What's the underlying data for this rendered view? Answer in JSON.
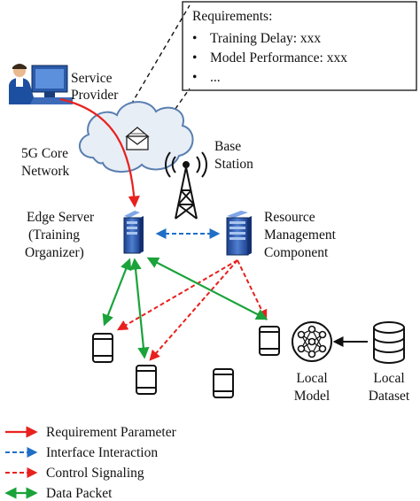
{
  "requirements_box": {
    "heading": "Requirements:",
    "items": [
      "Training Delay: xxx",
      "Model Performance: xxx",
      "..."
    ]
  },
  "labels": {
    "service_provider": [
      "Service",
      "Provider"
    ],
    "core_network": [
      "5G Core",
      "Network"
    ],
    "base_station": [
      "Base",
      "Station"
    ],
    "edge_server": [
      "Edge Server",
      "(Training",
      "Organizer)"
    ],
    "resource_mgmt": [
      "Resource",
      "Management",
      "Component"
    ],
    "local_model": [
      "Local",
      "Model"
    ],
    "local_dataset": [
      "Local",
      "Dataset"
    ]
  },
  "legend": [
    {
      "label": "Requirement Parameter",
      "color": "#e8211e",
      "style": "solid"
    },
    {
      "label": "Interface Interaction",
      "color": "#1f6fc6",
      "style": "dashed"
    },
    {
      "label": "Control Signaling",
      "color": "#e8211e",
      "style": "dashed"
    },
    {
      "label": "Data Packet",
      "color": "#1aa33a",
      "style": "double"
    }
  ],
  "colors": {
    "red": "#e8211e",
    "blue": "#1f6fc6",
    "green": "#1aa33a",
    "cloud_fill": "#e8eef6",
    "cloud_stroke": "#5a7fb0"
  },
  "icons": [
    "computer-user-icon",
    "cloud-icon",
    "envelope-icon",
    "tower-icon",
    "server-icon",
    "phone-icon",
    "neural-network-icon",
    "database-icon"
  ]
}
